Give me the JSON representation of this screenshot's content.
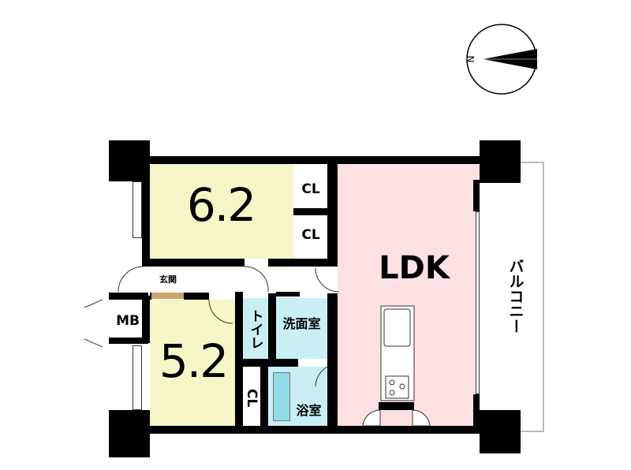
{
  "compass": {
    "north_label": "N"
  },
  "rooms": {
    "western_room_1": {
      "label": "6.2"
    },
    "western_room_2": {
      "label": "5.2"
    },
    "ldk": {
      "label": "LDK"
    },
    "closet_1": {
      "label": "CL"
    },
    "closet_2": {
      "label": "CL"
    },
    "closet_3": {
      "label": "CL"
    },
    "entrance": {
      "label": "玄関"
    },
    "meter_box": {
      "label": "MB"
    },
    "toilet": {
      "label": "トイレ"
    },
    "washroom": {
      "label": "洗面室"
    },
    "bathroom": {
      "label": "浴室"
    },
    "balcony": {
      "label": "バルコニー"
    }
  },
  "colors": {
    "western_room": "#f7f6c6",
    "ldk": "#fde1e2",
    "water_area": "#c9eff5",
    "wall": "#000000"
  }
}
